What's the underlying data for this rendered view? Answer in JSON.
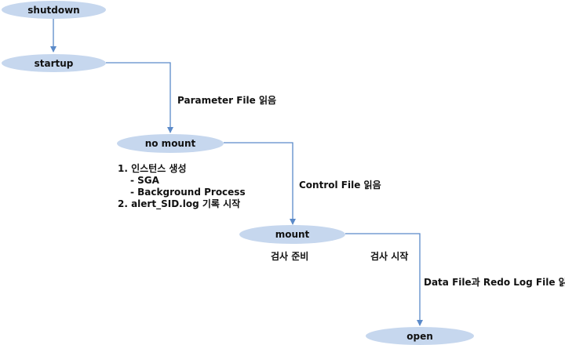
{
  "colors": {
    "node_fill": "#c6d7ee",
    "arrow": "#5b8ac9"
  },
  "nodes": {
    "shutdown": "shutdown",
    "startup": "startup",
    "nomount": "no mount",
    "mount": "mount",
    "open": "open"
  },
  "edges": {
    "parameter_file": "Parameter File 읽음",
    "control_file": "Control File 읽음",
    "data_redo": "Data File과 Redo Log File 읽음"
  },
  "nomount_steps": {
    "step1": "1.  인스턴스 생성",
    "step1_a": "- SGA",
    "step1_b": "- Background Process",
    "step2": "2. alert_SID.log 기록 시작"
  },
  "mount_notes": {
    "prepare": "검사 준비",
    "start": "검사 시작"
  }
}
